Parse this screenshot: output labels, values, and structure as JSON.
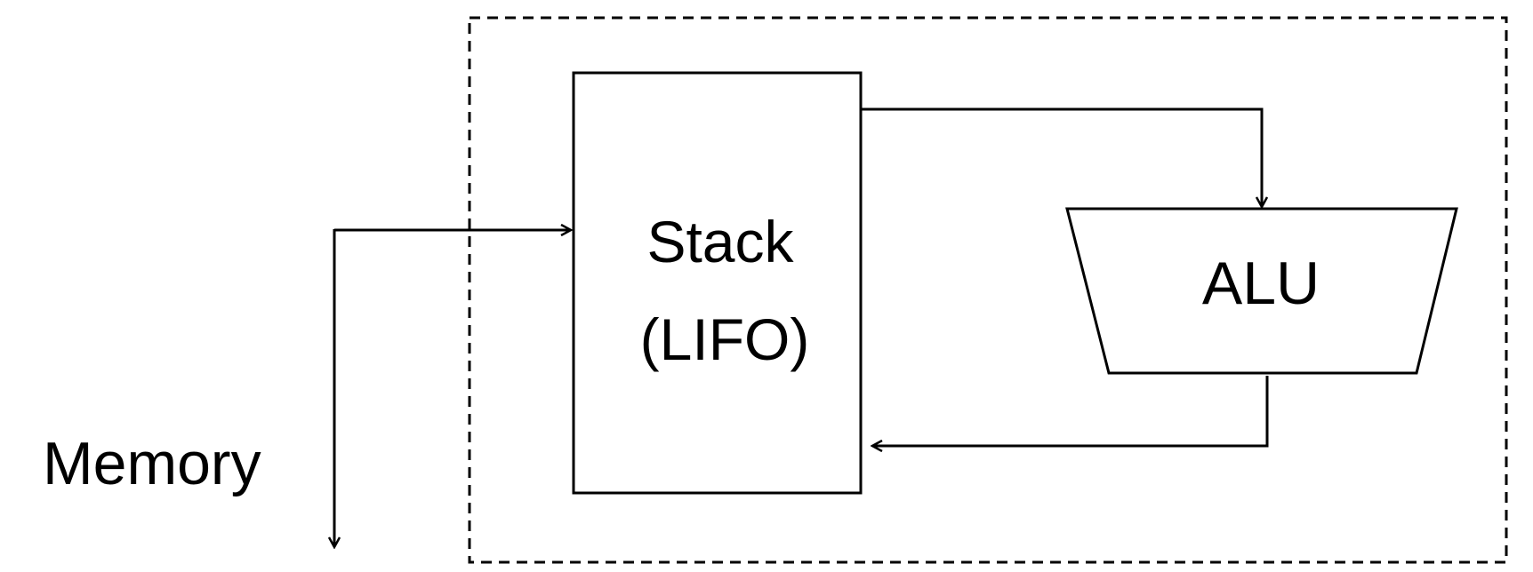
{
  "diagram": {
    "memory_label": "Memory",
    "stack_label_line1": "Stack",
    "stack_label_line2": "(LIFO)",
    "alu_label": "ALU"
  },
  "colors": {
    "stroke": "#000000",
    "background": "#ffffff"
  }
}
